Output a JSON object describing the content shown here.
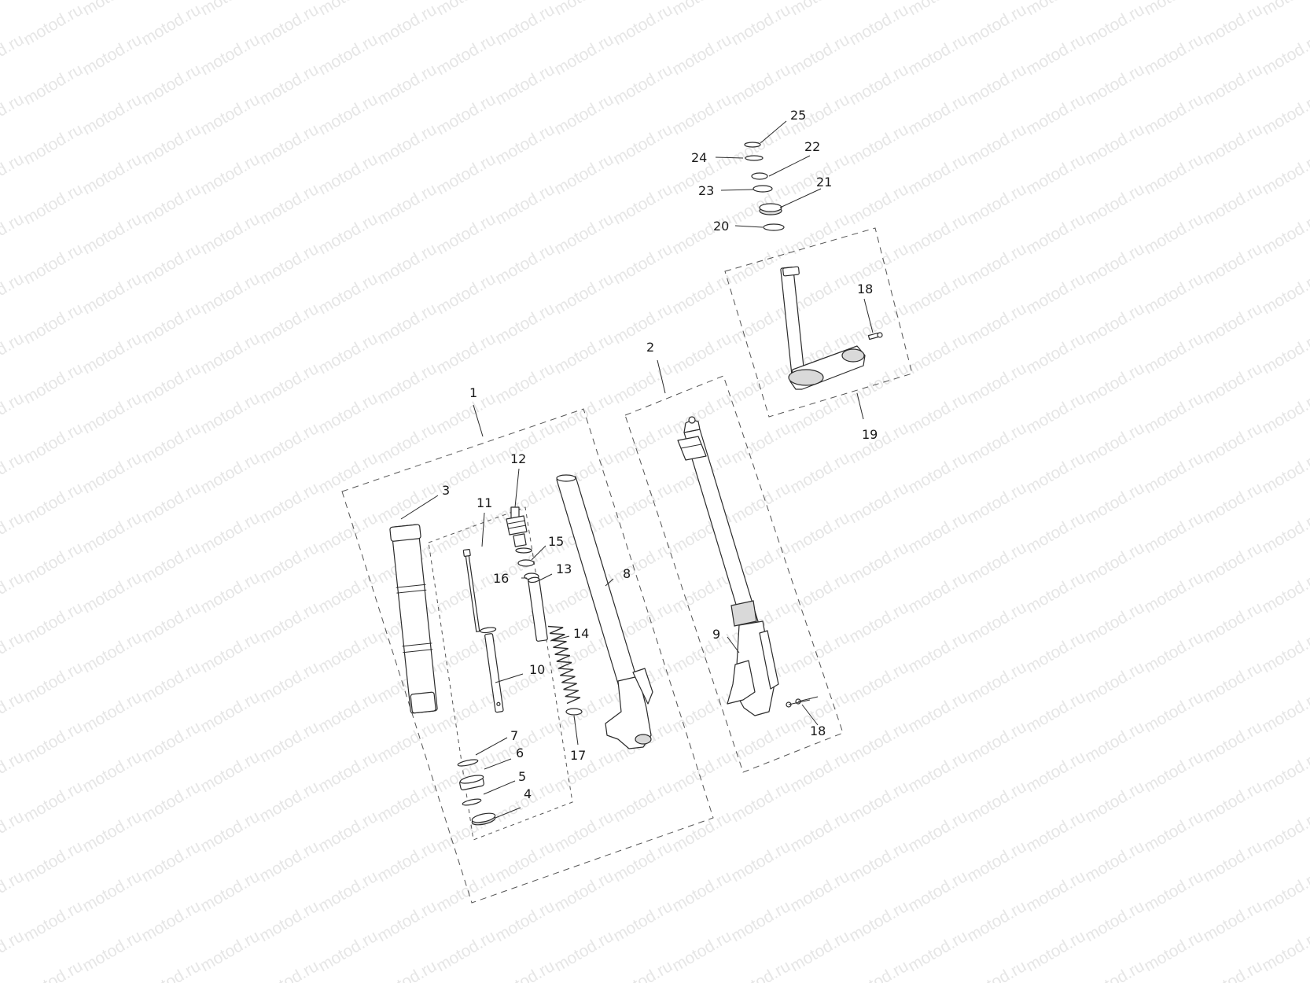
{
  "watermark": {
    "text": "motod.ru",
    "color": "#e6e6e6"
  },
  "callouts": {
    "c1": "1",
    "c2": "2",
    "c3": "3",
    "c4": "4",
    "c5": "5",
    "c6": "6",
    "c7": "7",
    "c8": "8",
    "c9": "9",
    "c10": "10",
    "c11": "11",
    "c12": "12",
    "c13": "13",
    "c14": "14",
    "c15": "15",
    "c16": "16",
    "c17": "17",
    "c18a": "18",
    "c18b": "18",
    "c19": "19",
    "c20": "20",
    "c21": "21",
    "c22": "22",
    "c23": "23",
    "c24": "24",
    "c25": "25"
  }
}
